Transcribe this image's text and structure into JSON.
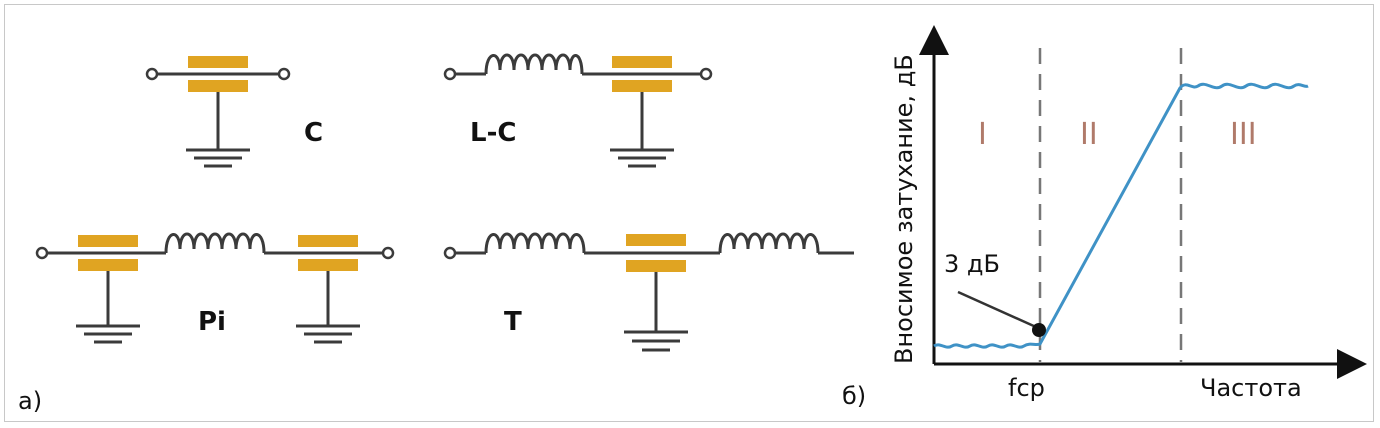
{
  "colors": {
    "plate": "#e0a422",
    "wire": "#3b3b3b",
    "curve": "#3f92c6",
    "axis": "#111111",
    "dash": "#777777",
    "roman": "#b07a6a"
  },
  "panel_a": {
    "label": "а)",
    "filters": {
      "c": "C",
      "lc": "L-C",
      "pi": "Pi",
      "t": "T"
    }
  },
  "panel_b": {
    "label": "б)",
    "ylabel": "Вносимое затухание, дБ",
    "xtick_fc": "fcp",
    "xlabel": "Частота",
    "regions": [
      "I",
      "II",
      "III"
    ],
    "annotation": "3 дБ"
  }
}
